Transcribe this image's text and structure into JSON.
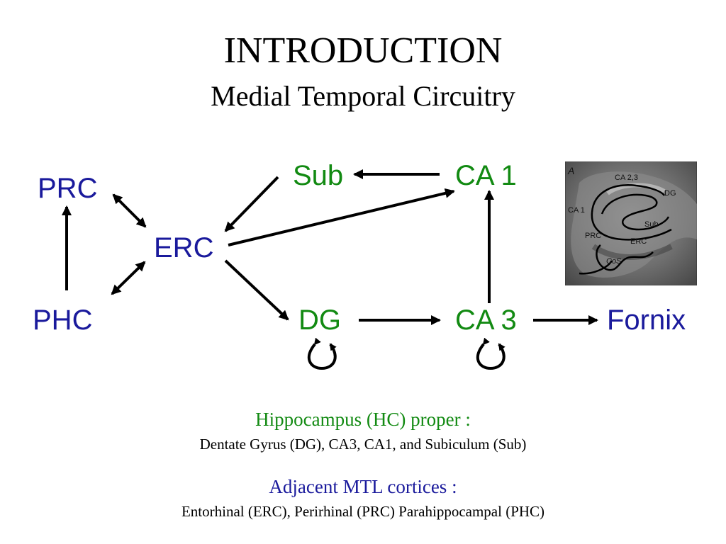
{
  "title": "INTRODUCTION",
  "subtitle": "Medial Temporal Circuitry",
  "nodes": {
    "prc": "PRC",
    "phc": "PHC",
    "erc": "ERC",
    "sub": "Sub",
    "ca1": "CA 1",
    "dg": "DG",
    "ca3": "CA 3",
    "fornix": "Fornix"
  },
  "mri_labels": {
    "panel": "A",
    "ca23": "CA 2,3",
    "dg": "DG",
    "ca1": "CA 1",
    "sub": "Sub",
    "prc": "PRC",
    "erc": "ERC",
    "cos": "CoS"
  },
  "captions": {
    "hc_heading": "Hippocampus (HC) proper :",
    "hc_detail": "Dentate Gyrus (DG), CA3, CA1, and Subiculum (Sub)",
    "mtl_heading": "Adjacent MTL cortices :",
    "mtl_detail": "Entorhinal (ERC), Perirhinal (PRC) Parahippocampal (PHC)"
  },
  "colors": {
    "cortex_nodes": "#1a1a9c",
    "hippocampal_nodes": "#128a12",
    "arrows": "#000000"
  }
}
